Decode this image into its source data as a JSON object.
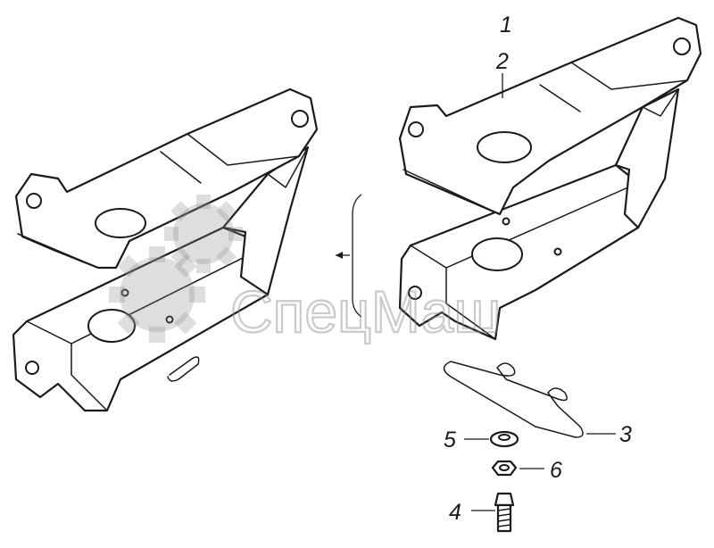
{
  "callouts": {
    "c1": "1",
    "c2": "2",
    "c3": "3",
    "c4": "4",
    "c5": "5",
    "c6": "6"
  },
  "watermark": {
    "text": "СпецМаш"
  },
  "colors": {
    "line": "#1a1a1a",
    "watermark": "#8a8a8a",
    "background": "#ffffff"
  }
}
